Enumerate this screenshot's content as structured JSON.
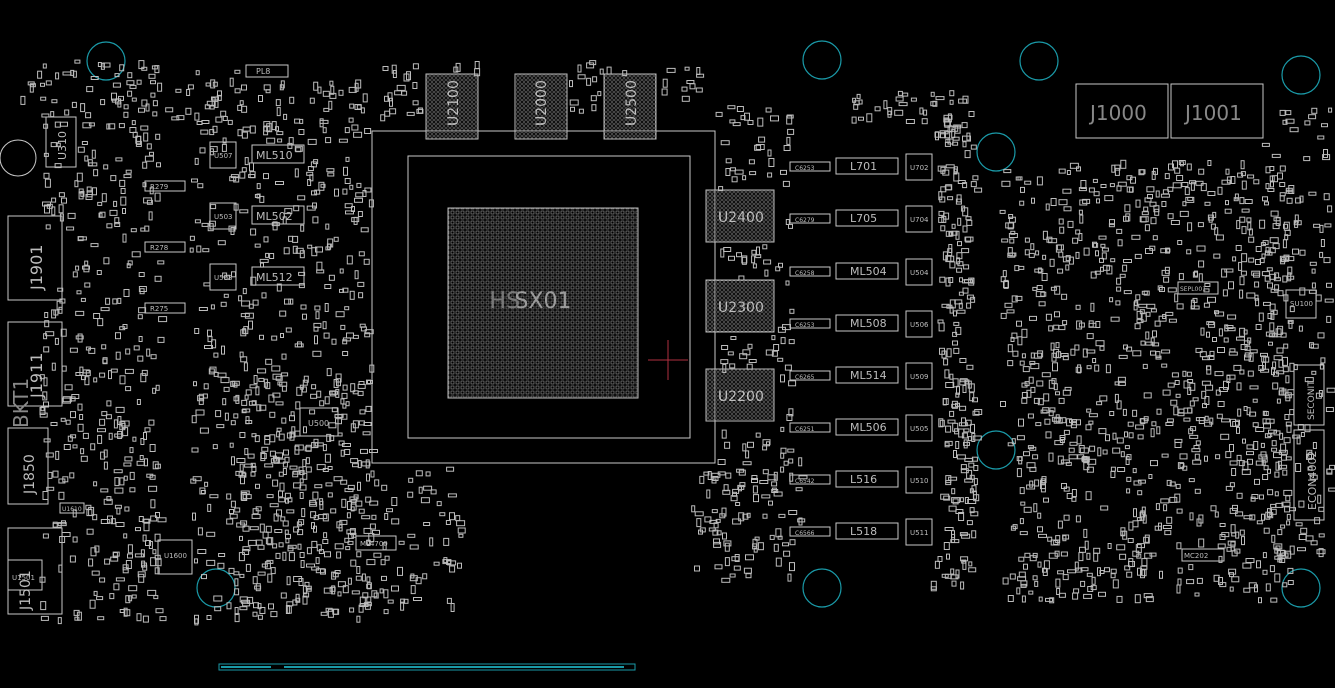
{
  "gpu": {
    "label": "SX01",
    "bga_prefix": "HS"
  },
  "memory": [
    {
      "ref": "U2100"
    },
    {
      "ref": "U2000"
    },
    {
      "ref": "U2500"
    },
    {
      "ref": "U2400"
    },
    {
      "ref": "U2300"
    },
    {
      "ref": "U2200"
    }
  ],
  "connectors": {
    "j1000": "J1000",
    "j1001": "J1001",
    "j1901": "J1901",
    "j1911": "J1911",
    "j1850": "J1850",
    "j1501": "J1501",
    "bkt1": "BKT1",
    "u310": "U310",
    "econ": "ECON4002",
    "secon": "SECONIT"
  },
  "left_inductors": [
    {
      "ml": "ML510",
      "u": "U507",
      "r": "R279"
    },
    {
      "ml": "ML502",
      "u": "U503",
      "r": "R278"
    },
    {
      "ml": "ML512",
      "u": "U508",
      "r": "R275"
    }
  ],
  "right_phases": [
    {
      "ind": "L701",
      "u": "U702",
      "r": "C6253"
    },
    {
      "ind": "L705",
      "u": "U704",
      "r": "C6279"
    },
    {
      "ind": "ML504",
      "u": "U504",
      "r": "C6258"
    },
    {
      "ind": "ML508",
      "u": "U506",
      "r": "C6253"
    },
    {
      "ind": "ML514",
      "u": "U509",
      "r": "C6265"
    },
    {
      "ind": "ML506",
      "u": "U505",
      "r": "C6251"
    },
    {
      "ind": "L516",
      "u": "U510",
      "r": "C6542"
    },
    {
      "ind": "L518",
      "u": "U511",
      "r": "C6566"
    }
  ],
  "small_labels": {
    "pl8": "PL8",
    "u500": "U500",
    "ml4700": "ML4700",
    "u1600": "U1600",
    "u1501": "U1501",
    "u1610": "U1610",
    "u100": "SU100",
    "sepl001": "SEPL001",
    "mc202": "MC202"
  }
}
